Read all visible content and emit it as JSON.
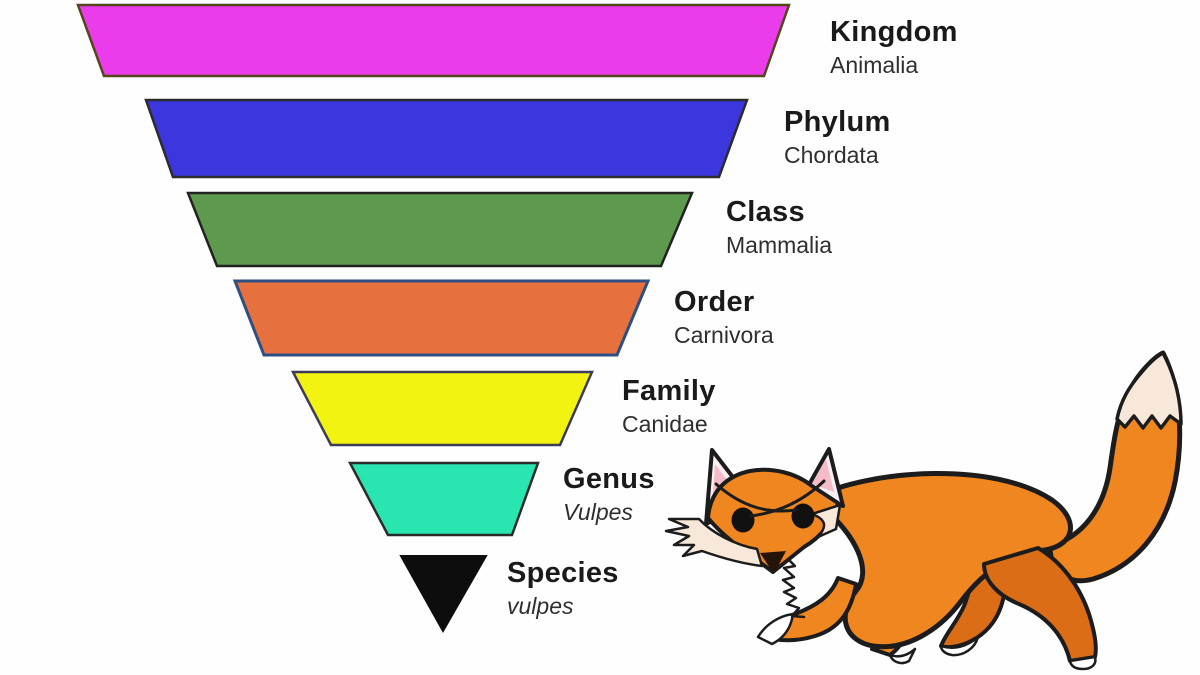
{
  "levels": [
    {
      "rank": "Kingdom",
      "taxon": "Animalia",
      "fill": "#ea3cea",
      "stroke": "#55451a"
    },
    {
      "rank": "Phylum",
      "taxon": "Chordata",
      "fill": "#3c36de",
      "stroke": "#2c2c2c"
    },
    {
      "rank": "Class",
      "taxon": "Mammalia",
      "fill": "#5e9a4e",
      "stroke": "#222222"
    },
    {
      "rank": "Order",
      "taxon": "Carnivora",
      "fill": "#e7703f",
      "stroke": "#2f4f82"
    },
    {
      "rank": "Family",
      "taxon": "Canidae",
      "fill": "#f3f311",
      "stroke": "#3c3c58"
    },
    {
      "rank": "Genus",
      "taxon": "Vulpes",
      "fill": "#29e6b0",
      "stroke": "#2b2b2b"
    },
    {
      "rank": "Species",
      "taxon": "vulpes",
      "fill": "#0d0d0d",
      "stroke": "#0d0d0d"
    }
  ],
  "fox": {
    "body_color": "#f0861f",
    "limb_color": "#da6d15",
    "tail_tip_color": "#f8e8da",
    "cheek_color": "#f8e8da",
    "ear_rim_color": "#fbeff2",
    "ear_inner_color": "#f4bcc9",
    "paw_color": "#ffffff",
    "outline_color": "#1c1c1c",
    "eye_color": "#111111",
    "nose_color": "#241307"
  }
}
